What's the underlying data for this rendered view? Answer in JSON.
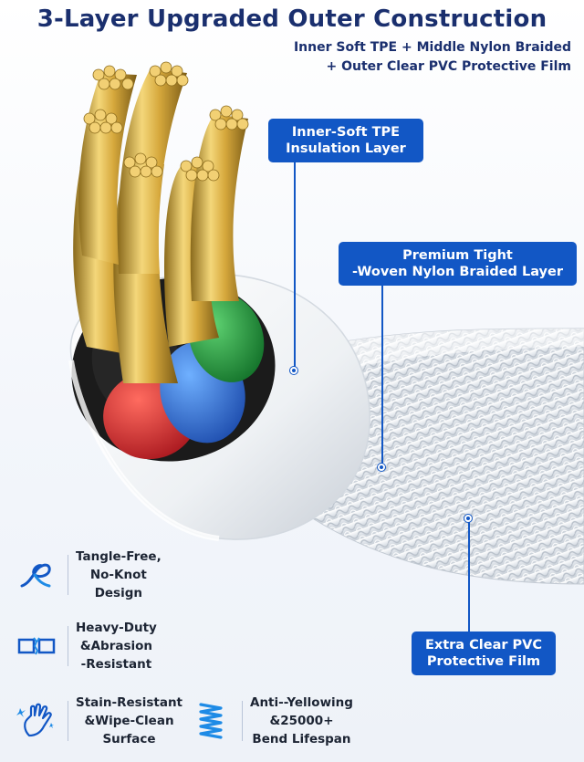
{
  "header": {
    "title": "3-Layer Upgraded Outer Construction",
    "subtitle_lines": [
      "Inner Soft TPE + Middle Nylon Braided",
      "+ Outer Clear PVC Protective Film"
    ]
  },
  "callouts": {
    "tpe": {
      "lines": [
        "Inner-Soft TPE",
        "Insulation Layer"
      ]
    },
    "nylon": {
      "lines": [
        "Premium Tight",
        "-Woven Nylon Braided Layer"
      ]
    },
    "pvc": {
      "lines": [
        "Extra Clear PVC",
        "Protective Film"
      ]
    }
  },
  "features": [
    {
      "icon": "knot-icon",
      "lines": [
        "Tangle-Free,",
        "No-Knot",
        "Design"
      ]
    },
    {
      "icon": "broken-bar-icon",
      "lines": [
        "Heavy-Duty",
        "&Abrasion",
        "-Resistant"
      ]
    },
    {
      "icon": "wipe-hand-icon",
      "lines": [
        "Stain-Resistant",
        "&Wipe-Clean",
        "Surface"
      ]
    },
    {
      "icon": "spring-icon",
      "lines": [
        "Anti--Yellowing",
        "&25000+",
        "Bend Lifespan"
      ]
    }
  ],
  "colors": {
    "title": "#1a2f6e",
    "accent": "#1257c5",
    "gold": "#d9b24a",
    "wire_red": "#d8262b",
    "wire_blue": "#2b6fe0",
    "wire_green": "#1f9d3a",
    "wire_black": "#1a1a1a"
  }
}
